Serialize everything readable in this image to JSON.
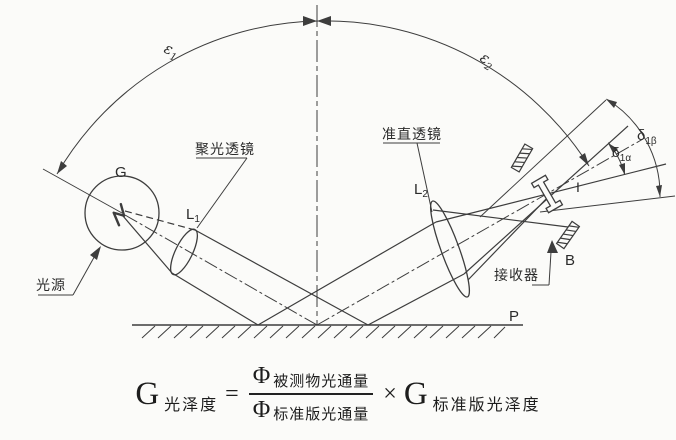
{
  "figure": {
    "background": "#fbfbf9",
    "line_color": "#3d3d3d",
    "labels": {
      "source_letter": "G",
      "lens1_base": "L",
      "lens1_sub": "1",
      "lens2_base": "L",
      "lens2_sub": "2",
      "epsilon1_base": "ε",
      "epsilon1_sub": "1",
      "epsilon2_base": "ε",
      "epsilon2_sub": "2",
      "delta_alpha_base": "δ",
      "delta_alpha_sub": "1α",
      "delta_beta_base": "δ",
      "delta_beta_sub": "1β",
      "slit": "I",
      "baffle": "B",
      "surface": "P",
      "condenser_lens": "聚光透镜",
      "collimating_lens": "准直透镜",
      "light_source": "光源",
      "receiver": "接收器"
    },
    "formula": {
      "lhs_base": "G",
      "lhs_sub": "光泽度",
      "equals": "=",
      "num_base": "Φ",
      "num_sub": "被测物光通量",
      "den_base": "Φ",
      "den_sub": "标准版光通量",
      "times": "×",
      "rhs_base": "G",
      "rhs_sub": "标准版光泽度"
    }
  }
}
